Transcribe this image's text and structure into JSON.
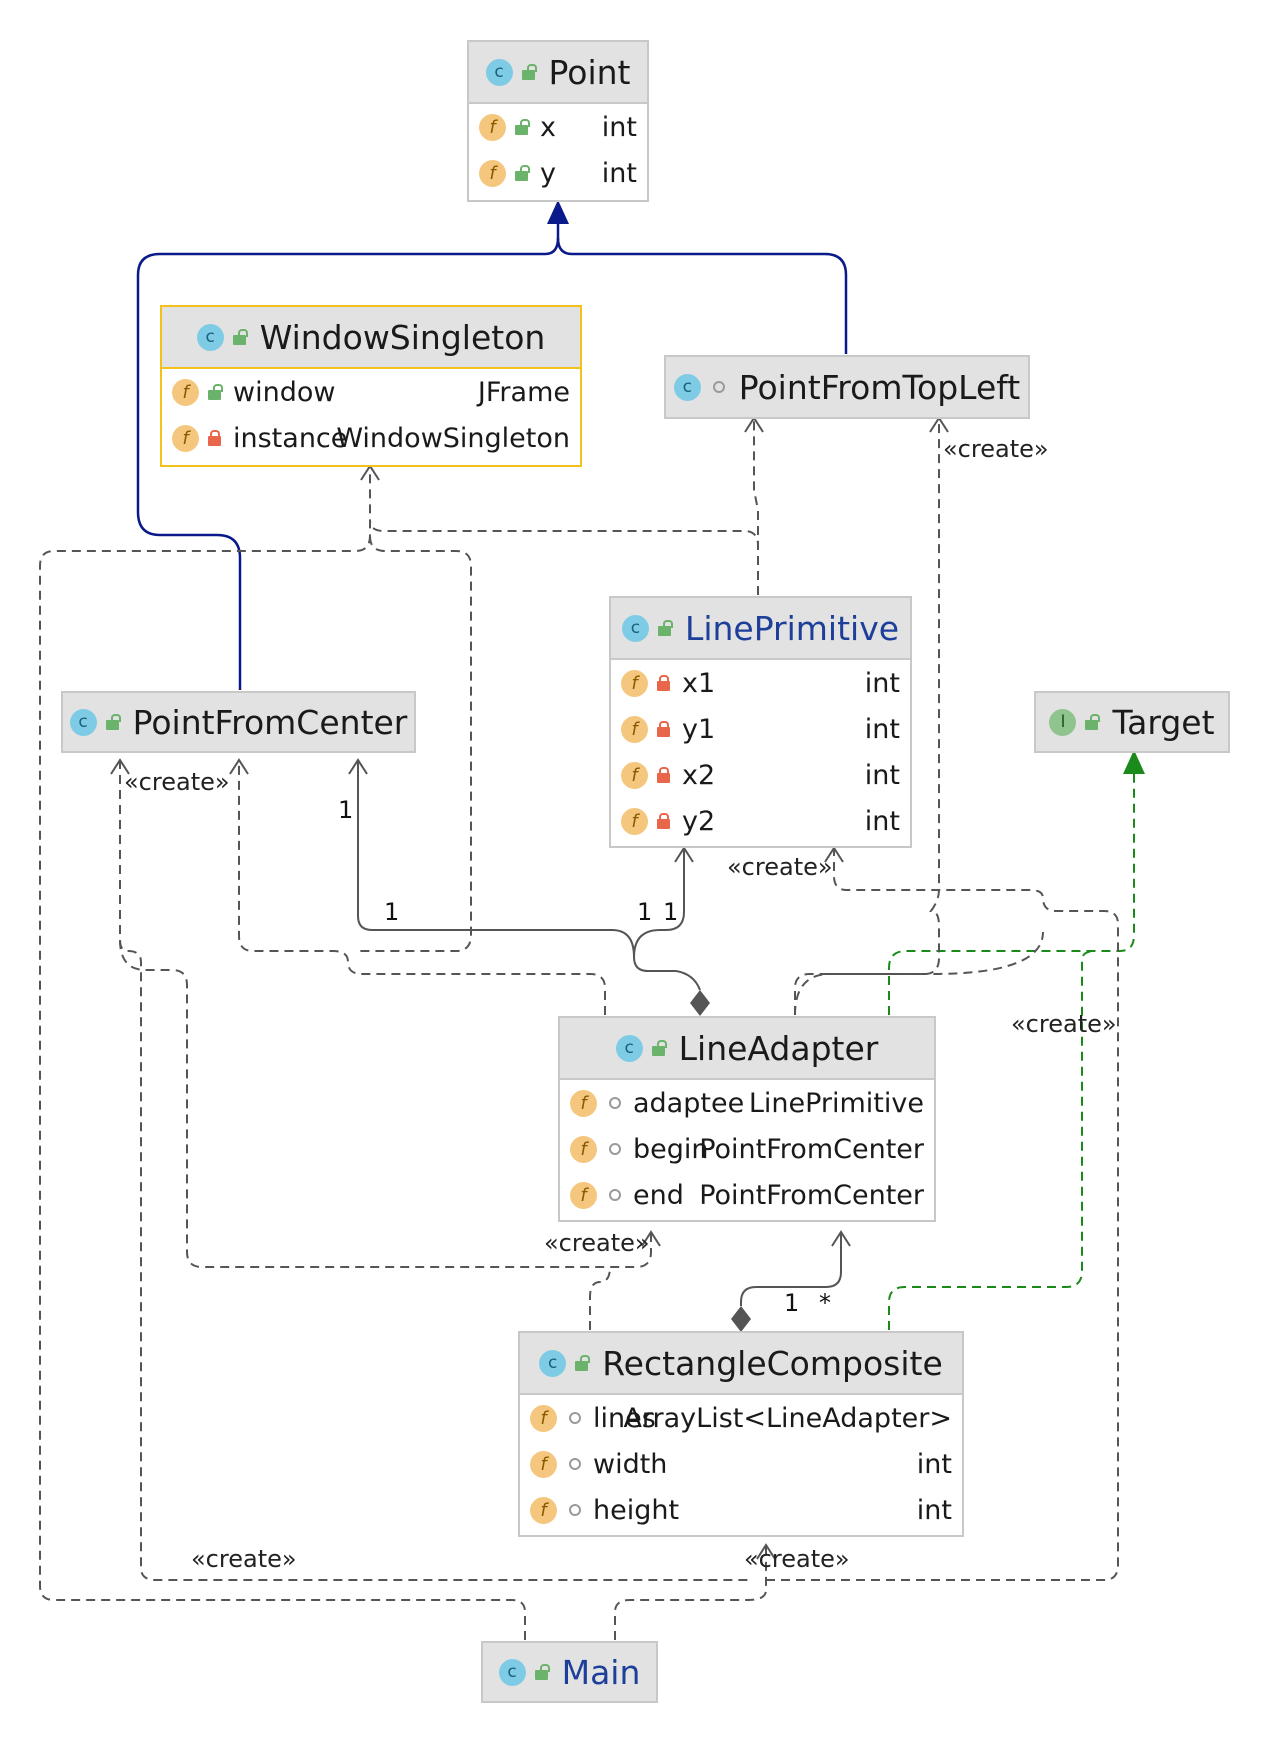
{
  "classes": {
    "point": {
      "name": "Point",
      "fields": [
        {
          "name": "x",
          "type": "int"
        },
        {
          "name": "y",
          "type": "int"
        }
      ]
    },
    "window_singleton": {
      "name": "WindowSingleton",
      "fields": [
        {
          "name": "window",
          "type": "JFrame"
        },
        {
          "name": "instance",
          "type": "WindowSingleton"
        }
      ]
    },
    "point_from_top_left": {
      "name": "PointFromTopLeft"
    },
    "line_primitive": {
      "name": "LinePrimitive",
      "fields": [
        {
          "name": "x1",
          "type": "int"
        },
        {
          "name": "y1",
          "type": "int"
        },
        {
          "name": "x2",
          "type": "int"
        },
        {
          "name": "y2",
          "type": "int"
        }
      ]
    },
    "point_from_center": {
      "name": "PointFromCenter"
    },
    "target": {
      "name": "Target"
    },
    "line_adapter": {
      "name": "LineAdapter",
      "fields": [
        {
          "name": "adaptee",
          "type": "LinePrimitive"
        },
        {
          "name": "begin",
          "type": "PointFromCenter"
        },
        {
          "name": "end",
          "type": "PointFromCenter"
        }
      ]
    },
    "rectangle_composite": {
      "name": "RectangleComposite",
      "fields": [
        {
          "name": "lines",
          "type": "ArrayList<LineAdapter>"
        },
        {
          "name": "width",
          "type": "int"
        },
        {
          "name": "height",
          "type": "int"
        }
      ]
    },
    "main": {
      "name": "Main"
    }
  },
  "icons": {
    "class_letter": "c",
    "interface_letter": "I",
    "field_letter": "f"
  },
  "labels": {
    "create": "«create»",
    "mult_one": "1",
    "mult_many": "*"
  },
  "colors": {
    "inheritance": "#0b1a8a",
    "realization": "#1a8a1a",
    "dependency": "#555555",
    "selected_border": "#f2c21b"
  }
}
